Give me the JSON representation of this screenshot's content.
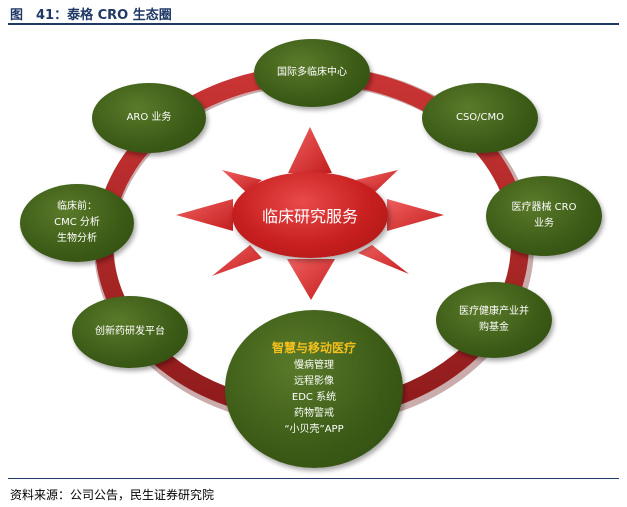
{
  "figure_title": "图　41：泰格 CRO 生态圈",
  "source": "资料来源：公司公告，民生证券研究院",
  "center_label": "临床研究服务",
  "nodes": {
    "top": [
      "国际多临床中心"
    ],
    "aro": [
      "ARO 业务"
    ],
    "cso": [
      "CSO/CMO"
    ],
    "preclinical": [
      "临床前：",
      "CMC 分析",
      "生物分析"
    ],
    "device": [
      "医疗器械 CRO",
      "业务"
    ],
    "platform": [
      "创新药研发平台"
    ],
    "health": [
      "医疗健康产业并",
      "购基金"
    ],
    "smart": {
      "title": "智慧与移动医疗",
      "lines": [
        "慢病管理",
        "远程影像",
        "EDC 系统",
        "药物警戒",
        "“小贝壳”APP"
      ]
    }
  },
  "colors": {
    "ring": "#b72a2a",
    "node": "#3b5a16",
    "center": "#c81f1f",
    "arrow": "#d42a2a",
    "accent": "#f4c01e"
  }
}
